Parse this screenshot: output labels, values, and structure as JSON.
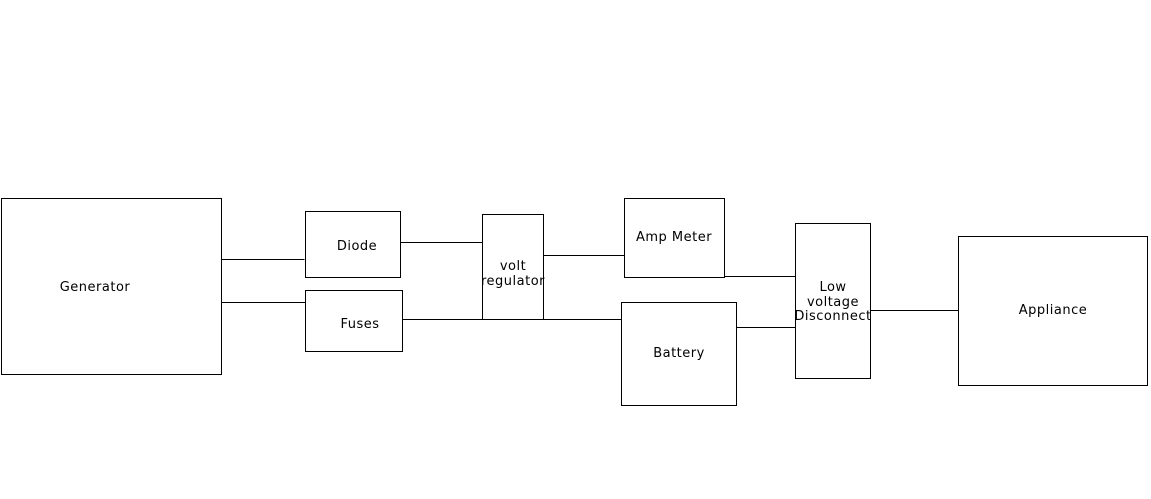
{
  "diagram": {
    "generator": "Generator",
    "diode": "Diode",
    "fuses": "Fuses",
    "volt_regulator": [
      "volt",
      "regulator"
    ],
    "amp_meter": "Amp Meter",
    "battery": "Battery",
    "low_voltage_disconnect": [
      "Low",
      "voltage",
      "Disconnect"
    ],
    "appliance": "Appliance"
  }
}
